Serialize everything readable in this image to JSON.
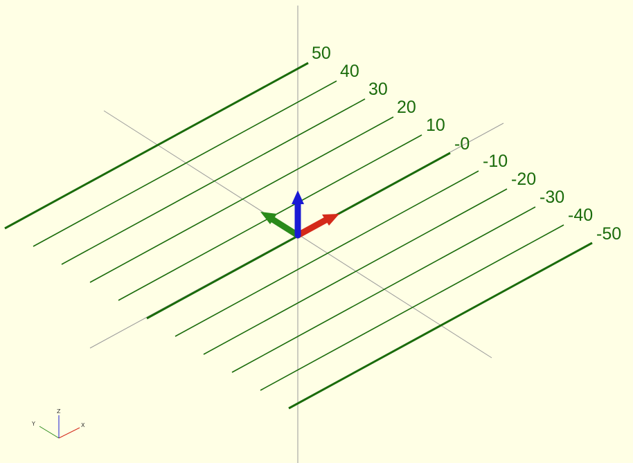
{
  "viewport": {
    "background_color": "#ffffe5",
    "axis_line_color": "#9a9a9a",
    "grid_line_color": "#1a6b0b",
    "label_color": "#1a6b0b"
  },
  "level_labels": [
    {
      "text": "50",
      "major": true
    },
    {
      "text": "40",
      "major": false
    },
    {
      "text": "30",
      "major": false
    },
    {
      "text": "20",
      "major": false
    },
    {
      "text": "10",
      "major": false
    },
    {
      "text": "-0",
      "major": true
    },
    {
      "text": "-10",
      "major": false
    },
    {
      "text": "-20",
      "major": false
    },
    {
      "text": "-30",
      "major": false
    },
    {
      "text": "-40",
      "major": false
    },
    {
      "text": "-50",
      "major": true
    }
  ],
  "gizmo": {
    "x_color": "#d42a1a",
    "y_color": "#2a8a1a",
    "z_color": "#1a1ad4"
  },
  "mini_axes": {
    "x_label": "X",
    "y_label": "Y",
    "z_label": "Z",
    "x_color": "#d42a1a",
    "y_color": "#2a8a1a",
    "z_color": "#1a1ad4"
  }
}
